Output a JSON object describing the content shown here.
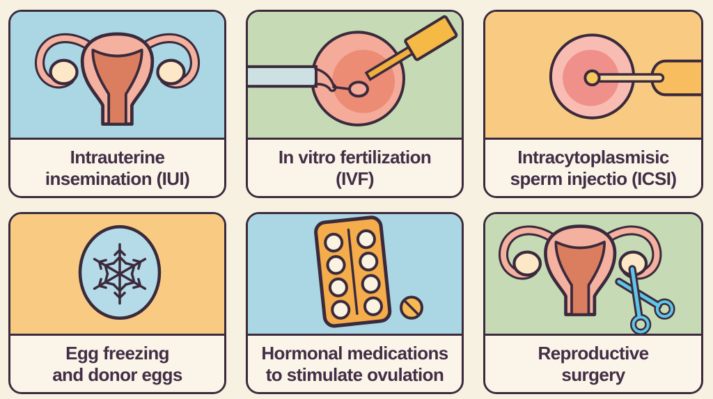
{
  "palette": {
    "page_background": "#f7f1e2",
    "panel_outline": "#3a2a3c",
    "label_background": "#faf5e8",
    "label_text": "#432e46",
    "blue_panel": "#abd7e4",
    "green_panel": "#c6dbb5",
    "orange_panel": "#f9cb82",
    "uterus_pink": "#f5b1a0",
    "uterus_inner": "#db7e60",
    "ovary_cream": "#fce8c6",
    "egg_outer_pink": "#f4ab99",
    "egg_inner_pink": "#ec8c75",
    "pipette_yellow": "#f1b03e",
    "injector_yellow": "#f8bd5e",
    "holding_pipette_blue": "#cde1e2",
    "frozen_egg_blue": "#b4dbe7",
    "blister_orange": "#f5ac4b",
    "pill_cream": "#fbf3e1",
    "round_pill_orange": "#f6ba55",
    "scissors_blue": "#5ec6ea"
  },
  "panels": [
    {
      "name": "iui",
      "bg": "#abd7e4",
      "icon": "uterus-icon",
      "label_line1": "Intrauterine",
      "label_line2": "insemination (IUI)"
    },
    {
      "name": "ivf",
      "bg": "#c6dbb5",
      "icon": "egg-fertilization-pipette-icon",
      "label_line1": "In vitro fertilization",
      "label_line2": "(IVF)"
    },
    {
      "name": "icsi",
      "bg": "#f9cb82",
      "icon": "egg-sperm-injection-icon",
      "label_line1": "Intracytoplasmisic",
      "label_line2": "sperm injectio (ICSI)"
    },
    {
      "name": "egg-freezing",
      "bg": "#f9cb82",
      "icon": "frozen-egg-snowflake-icon",
      "label_line1": "Egg freezing",
      "label_line2": "and donor eggs"
    },
    {
      "name": "hormonal-medications",
      "bg": "#abd7e4",
      "icon": "pill-blister-pack-icon",
      "label_line1": "Hormonal medications",
      "label_line2": "to stimulate ovulation"
    },
    {
      "name": "reproductive-surgery",
      "bg": "#c6dbb5",
      "icon": "uterus-scissors-icon",
      "label_line1": "Reproductive",
      "label_line2": "surgery"
    }
  ]
}
